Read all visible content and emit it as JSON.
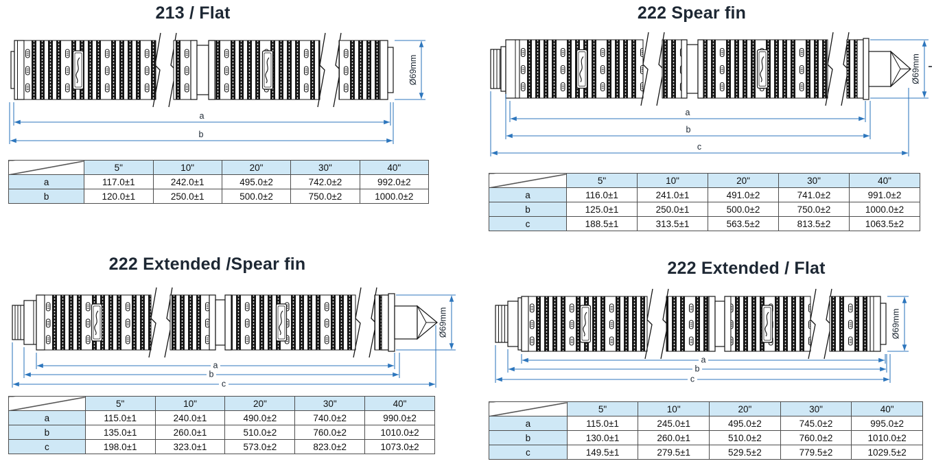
{
  "colors": {
    "dimension_blue": "#2d76bd",
    "title_color": "#1d2733",
    "table_header_fill": "#cfe8f6",
    "line_black": "#141414"
  },
  "sections": [
    {
      "id": "213-flat",
      "title": "213 / Flat",
      "diameter_label": "Ø69mm",
      "dims": {
        "a": "a",
        "b": "b"
      },
      "table": {
        "columns": [
          "5\"",
          "10\"",
          "20\"",
          "30\"",
          "40\""
        ],
        "rows": [
          {
            "label": "a",
            "values": [
              "117.0±1",
              "242.0±1",
              "495.0±2",
              "742.0±2",
              "992.0±2"
            ]
          },
          {
            "label": "b",
            "values": [
              "120.0±1",
              "250.0±1",
              "500.0±2",
              "750.0±2",
              "1000.0±2"
            ]
          }
        ]
      }
    },
    {
      "id": "222-spear-fin",
      "title": "222 Spear fin",
      "diameter_label": "Ø69mm",
      "dims": {
        "a": "a",
        "b": "b",
        "c": "c"
      },
      "table": {
        "columns": [
          "5\"",
          "10\"",
          "20\"",
          "30\"",
          "40\""
        ],
        "rows": [
          {
            "label": "a",
            "values": [
              "116.0±1",
              "241.0±1",
              "491.0±2",
              "741.0±2",
              "991.0±2"
            ]
          },
          {
            "label": "b",
            "values": [
              "125.0±1",
              "250.0±1",
              "500.0±2",
              "750.0±2",
              "1000.0±2"
            ]
          },
          {
            "label": "c",
            "values": [
              "188.5±1",
              "313.5±1",
              "563.5±2",
              "813.5±2",
              "1063.5±2"
            ]
          }
        ]
      }
    },
    {
      "id": "222-extended-spear-fin",
      "title": "222 Extended /Spear fin",
      "diameter_label": "Ø69mm",
      "dims": {
        "a": "a",
        "b": "b",
        "c": "c"
      },
      "table": {
        "columns": [
          "5\"",
          "10\"",
          "20\"",
          "30\"",
          "40\""
        ],
        "rows": [
          {
            "label": "a",
            "values": [
              "115.0±1",
              "240.0±1",
              "490.0±2",
              "740.0±2",
              "990.0±2"
            ]
          },
          {
            "label": "b",
            "values": [
              "135.0±1",
              "260.0±1",
              "510.0±2",
              "760.0±2",
              "1010.0±2"
            ]
          },
          {
            "label": "c",
            "values": [
              "198.0±1",
              "323.0±1",
              "573.0±2",
              "823.0±2",
              "1073.0±2"
            ]
          }
        ]
      }
    },
    {
      "id": "222-extended-flat",
      "title": "222 Extended / Flat",
      "diameter_label": "Ø69mm",
      "dims": {
        "a": "a",
        "b": "b",
        "c": "c"
      },
      "table": {
        "columns": [
          "5\"",
          "10\"",
          "20\"",
          "30\"",
          "40\""
        ],
        "rows": [
          {
            "label": "a",
            "values": [
              "115.0±1",
              "245.0±1",
              "495.0±2",
              "745.0±2",
              "995.0±2"
            ]
          },
          {
            "label": "b",
            "values": [
              "130.0±1",
              "260.0±1",
              "510.0±2",
              "760.0±2",
              "1010.0±2"
            ]
          },
          {
            "label": "c",
            "values": [
              "149.5±1",
              "279.5±1",
              "529.5±2",
              "779.5±2",
              "1029.5±2"
            ]
          }
        ]
      }
    }
  ]
}
